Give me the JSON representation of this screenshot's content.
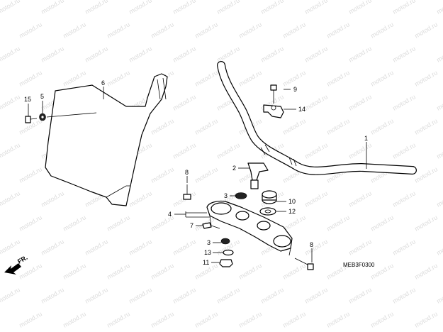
{
  "diagram": {
    "watermark_text": "motod.ru",
    "diagram_code": "MEB3F0300",
    "direction_label": "FR."
  },
  "callouts": {
    "c1": "1",
    "c2": "2",
    "c3a": "3",
    "c3b": "3",
    "c4": "4",
    "c5": "5",
    "c6": "6",
    "c7": "7",
    "c8a": "8",
    "c8b": "8",
    "c9": "9",
    "c10": "10",
    "c11": "11",
    "c12": "12",
    "c13": "13",
    "c14": "14",
    "c15": "15"
  }
}
